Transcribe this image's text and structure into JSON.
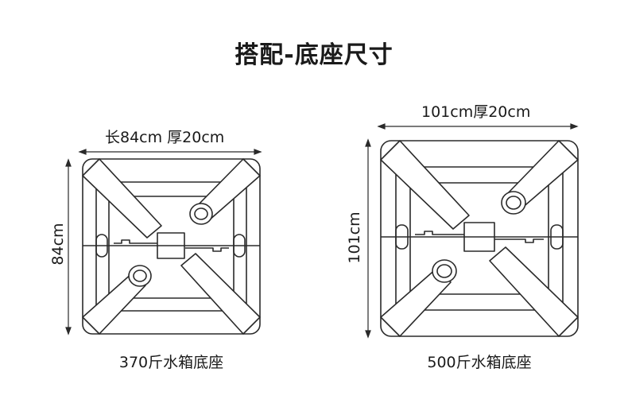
{
  "title": "搭配-底座尺寸",
  "bases": [
    {
      "width_label": "长84cm 厚20cm",
      "height_label": "84cm",
      "caption": "370斤水箱底座"
    },
    {
      "width_label": "101cm厚20cm",
      "height_label": "101cm",
      "caption": "500斤水箱底座"
    }
  ],
  "colors": {
    "line": "#2a2a2a",
    "background": "#ffffff"
  }
}
